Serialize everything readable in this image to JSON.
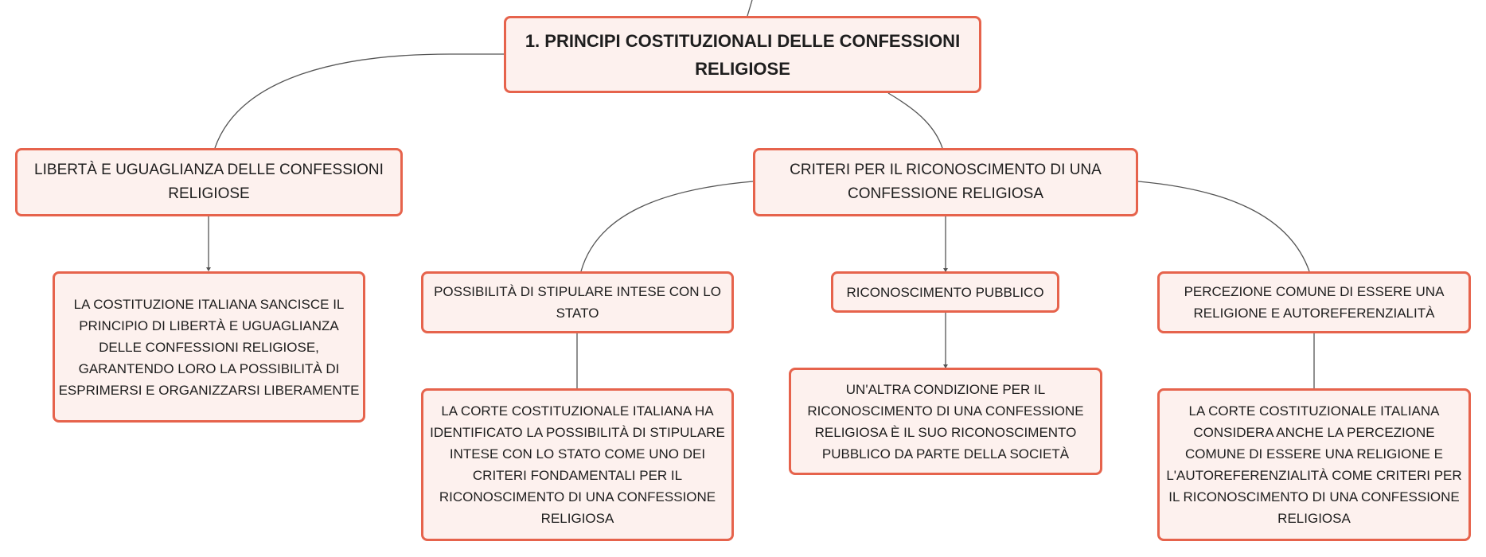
{
  "diagram": {
    "root": {
      "label": "1. PRINCIPI COSTITUZIONALI DELLE CONFESSIONI RELIGIOSE"
    },
    "branches": [
      {
        "label": "LIBERTÀ E UGUAGLIANZA DELLE CONFESSIONI RELIGIOSE",
        "detail": "LA COSTITUZIONE ITALIANA SANCISCE IL PRINCIPIO DI LIBERTÀ E UGUAGLIANZA DELLE CONFESSIONI RELIGIOSE, GARANTENDO LORO LA POSSIBILITÀ DI ESPRIMERSI E ORGANIZZARSI LIBERAMENTE"
      },
      {
        "label": "CRITERI PER IL RICONOSCIMENTO DI UNA CONFESSIONE RELIGIOSA",
        "children": [
          {
            "label": "POSSIBILITÀ DI STIPULARE INTESE CON LO STATO",
            "detail": "LA CORTE COSTITUZIONALE ITALIANA HA IDENTIFICATO LA POSSIBILITÀ DI STIPULARE INTESE CON LO STATO COME UNO DEI CRITERI FONDAMENTALI PER IL RICONOSCIMENTO DI UNA CONFESSIONE RELIGIOSA"
          },
          {
            "label": "RICONOSCIMENTO PUBBLICO",
            "detail": "UN'ALTRA CONDIZIONE PER IL RICONOSCIMENTO DI UNA CONFESSIONE RELIGIOSA È IL SUO RICONOSCIMENTO PUBBLICO DA PARTE DELLA SOCIETÀ"
          },
          {
            "label": "PERCEZIONE COMUNE DI ESSERE UNA RELIGIONE E AUTOREFERENZIALITÀ",
            "detail": "LA CORTE COSTITUZIONALE ITALIANA CONSIDERA ANCHE LA PERCEZIONE COMUNE DI ESSERE UNA RELIGIONE E L'AUTOREFERENZIALITÀ COME CRITERI PER IL RICONOSCIMENTO DI UNA CONFESSIONE RELIGIOSA"
          }
        ]
      }
    ]
  },
  "colors": {
    "node_fill": "#fdf1ee",
    "node_border": "#e6634c",
    "connector": "#555555",
    "text": "#1e1e1e"
  }
}
